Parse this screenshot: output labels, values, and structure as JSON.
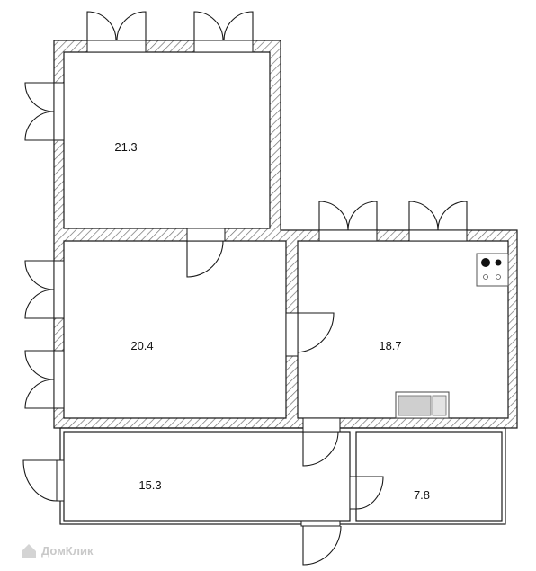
{
  "rooms": [
    {
      "id": "top-left",
      "area": "21.3"
    },
    {
      "id": "middle-left",
      "area": "20.4"
    },
    {
      "id": "right",
      "area": "18.7"
    },
    {
      "id": "bottom-left",
      "area": "15.3"
    },
    {
      "id": "bottom-right",
      "area": "7.8"
    }
  ],
  "watermark": "ДомКлик",
  "colors": {
    "wall_line": "#1a1a1a",
    "hatch": "#7a7a7a",
    "sink": "#cfcfcf"
  }
}
